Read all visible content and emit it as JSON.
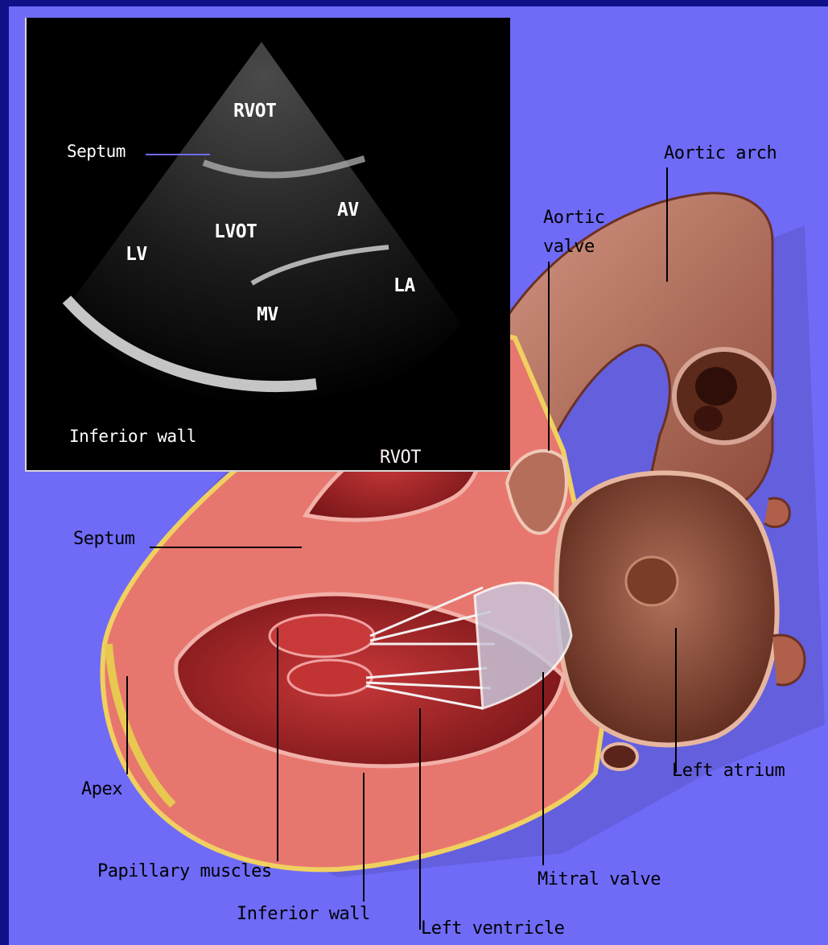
{
  "echo": {
    "labels": {
      "rvot": "RVOT",
      "septum": "Septum",
      "av": "AV",
      "lvot": "LVOT",
      "lv": "LV",
      "la": "LA",
      "mv": "MV",
      "inferior_wall": "Inferior wall"
    }
  },
  "heart": {
    "labels": {
      "aortic_arch": "Aortic arch",
      "aortic_valve_line1": "Aortic",
      "aortic_valve_line2": "valve",
      "rvot": "RVOT",
      "septum": "Septum",
      "apex": "Apex",
      "papillary_muscles": "Papillary muscles",
      "inferior_wall": "Inferior wall",
      "left_ventricle": "Left ventricle",
      "mitral_valve": "Mitral valve",
      "left_atrium": "Left atrium"
    }
  },
  "colors": {
    "page_border": "#101088",
    "slide_background": "#6f6bf7",
    "myocardium": "#e8736c",
    "cavity": "#a8282a",
    "aorta": "#b36b5a",
    "atrium": "#8a4a36"
  }
}
